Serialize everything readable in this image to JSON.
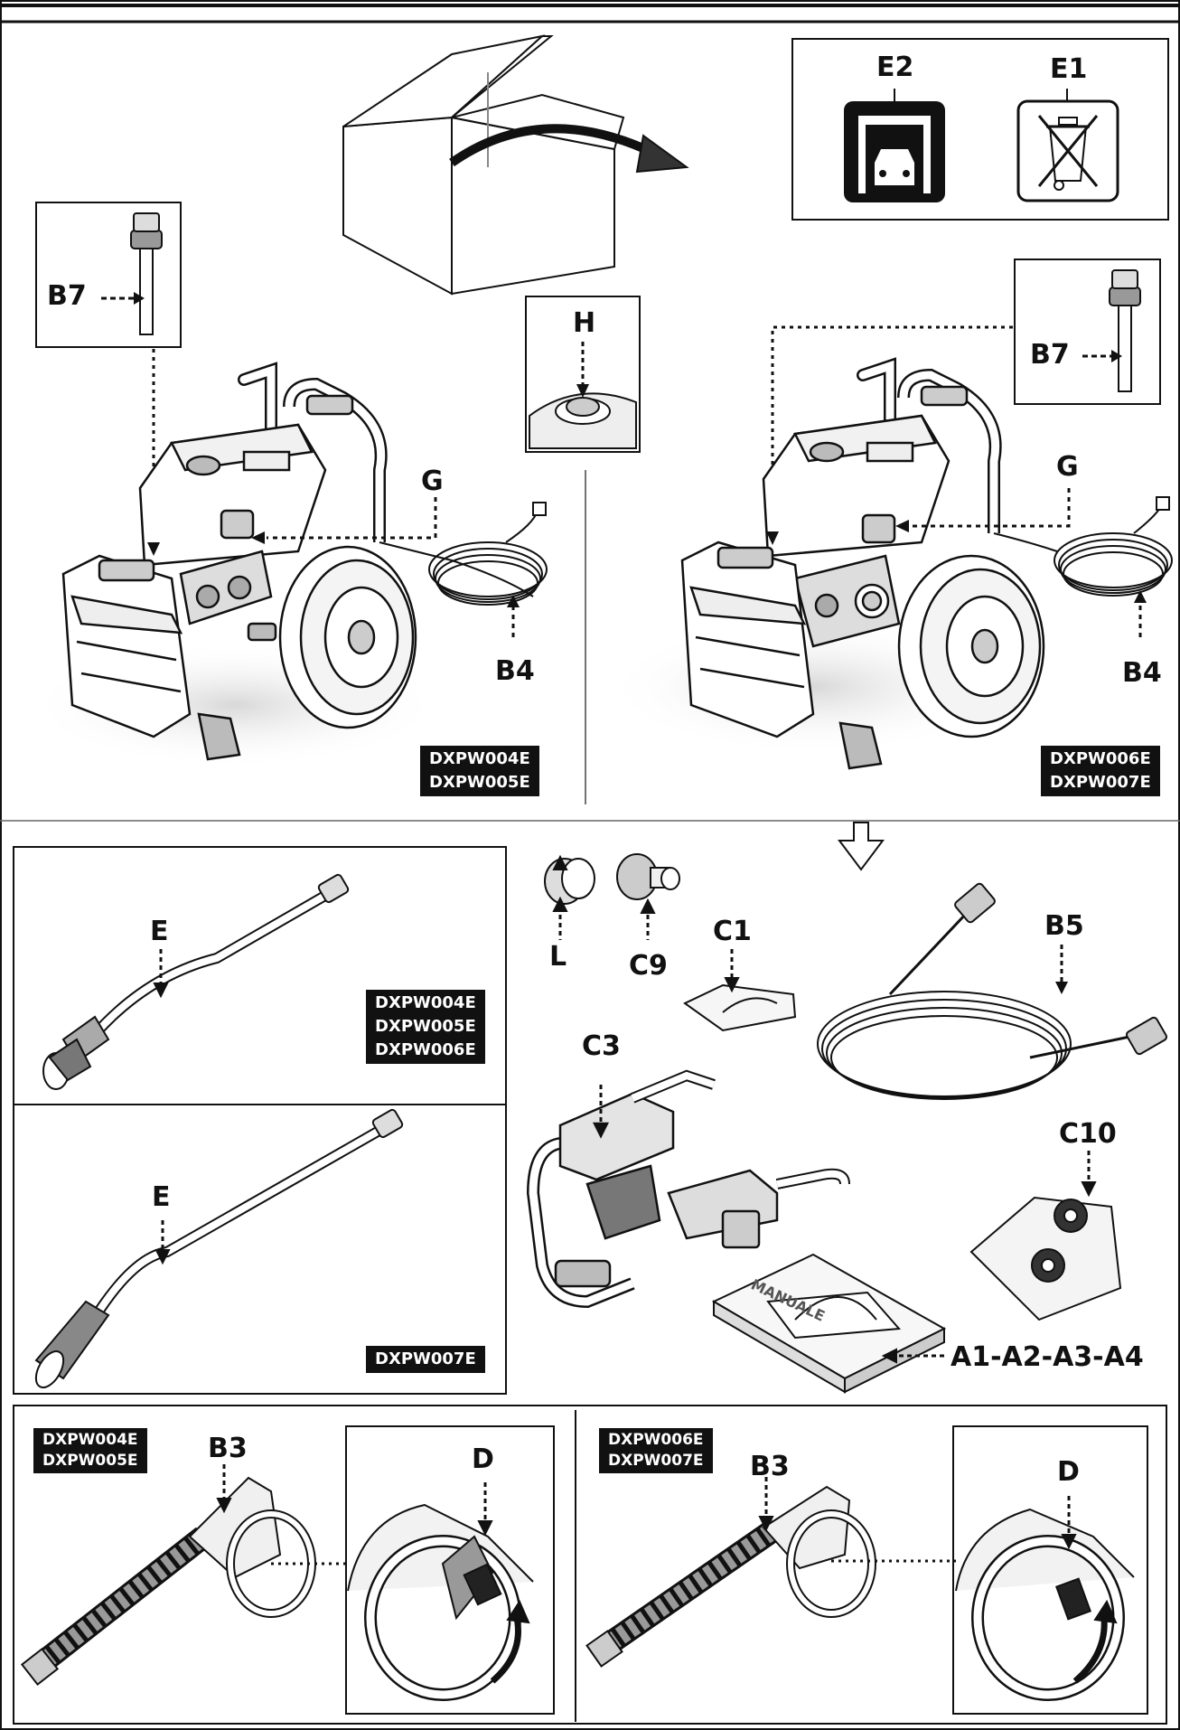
{
  "labels": {
    "e2": "E2",
    "e1": "E1",
    "b7_left": "B7",
    "b7_right": "B7",
    "h": "H",
    "g_left": "G",
    "g_right": "G",
    "b4_left": "B4",
    "b4_right": "B4",
    "e_upper": "E",
    "e_lower": "E",
    "l": "L",
    "c9": "C9",
    "c1": "C1",
    "b5": "B5",
    "c3": "C3",
    "c10": "C10",
    "a1a4": "A1-A2-A3-A4",
    "b3_left": "B3",
    "b3_right": "B3",
    "d_left": "D",
    "d_right": "D",
    "manual_cover": "MANUALE"
  },
  "models": {
    "left_machine": [
      "DXPW004E",
      "DXPW005E"
    ],
    "right_machine": [
      "DXPW006E",
      "DXPW007E"
    ],
    "lance_upper": [
      "DXPW004E",
      "DXPW005E",
      "DXPW006E"
    ],
    "lance_lower": [
      "DXPW007E"
    ],
    "gun_left": [
      "DXPW004E",
      "DXPW005E"
    ],
    "gun_right": [
      "DXPW006E",
      "DXPW007E"
    ]
  },
  "icons": [
    "open-box-icon",
    "indoor-garage-icon",
    "crossed-bin-weee-icon",
    "pressure-washer-icon",
    "oil-dipstick-icon",
    "high-pressure-hose-icon",
    "power-cord-icon",
    "spray-lance-icon",
    "trigger-gun-icon",
    "handle-frame-icon",
    "manual-booklet-icon",
    "nozzle-bag-icon"
  ],
  "colors": {
    "line": "#111111",
    "shade": "#e6e6e6",
    "tag_bg": "#111111",
    "tag_fg": "#ffffff"
  }
}
